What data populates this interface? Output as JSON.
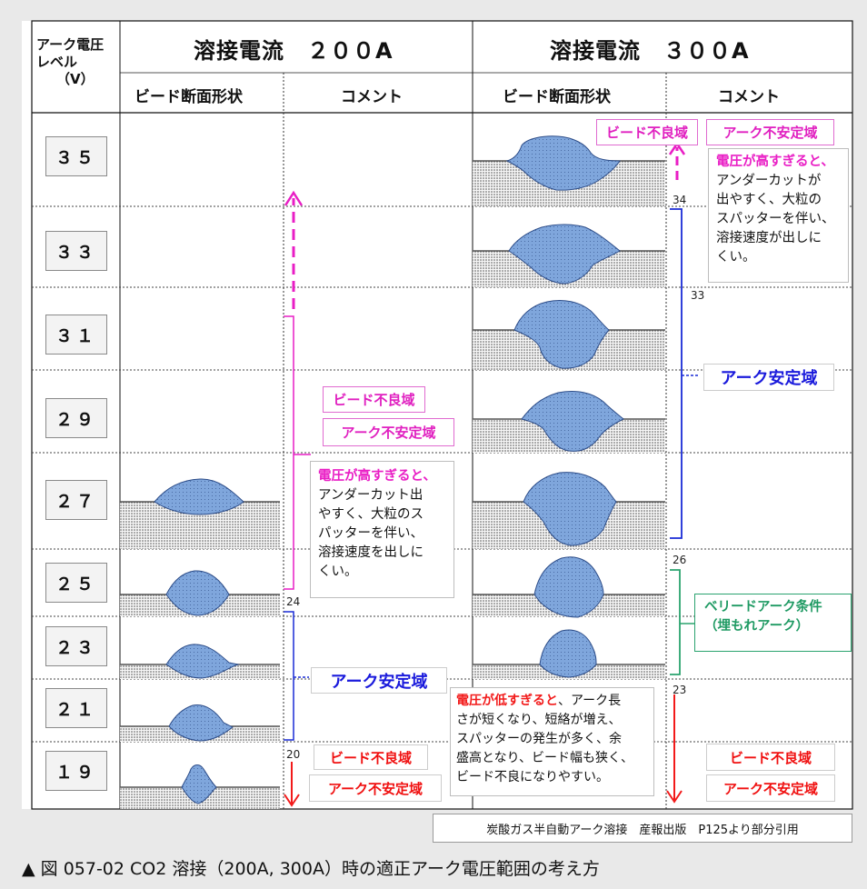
{
  "header": {
    "arc_voltage_level": [
      "アーク電圧",
      "レベル",
      "（V）"
    ],
    "current_200": "溶接電流　２００A",
    "current_300": "溶接電流　３００A",
    "bead_shape": "ビード断面形状",
    "comment": "コメント"
  },
  "voltage_levels": [
    "３５",
    "３３",
    "３１",
    "２９",
    "２７",
    "２５",
    "２３",
    "２１",
    "１９"
  ],
  "col200": {
    "tag_bead_bad": "ビード不良域",
    "tag_arc_unstable": "アーク不安定域",
    "high_voltage_comment": {
      "highlight": "電圧が高すぎると、",
      "lines": [
        "アンダーカット出",
        "やすく、大粒のス",
        "パッターを伴い、",
        "溶接速度を出しに",
        "くい。"
      ]
    },
    "stable_label": "アーク安定域",
    "bottom_tag_bead_bad": "ビード不良域",
    "bottom_tag_arc_unstable": "アーク不安定域",
    "num_24": "24",
    "num_20": "20"
  },
  "col300": {
    "tag_bead_bad": "ビード不良域",
    "tag_arc_unstable": "アーク不安定域",
    "high_voltage_comment": {
      "highlight": "電圧が高すぎると、",
      "lines": [
        "アンダーカットが",
        "出やすく、大粒の",
        "スパッターを伴い、",
        "溶接速度が出しに",
        "くい。"
      ]
    },
    "stable_label": "アーク安定域",
    "buried_arc": [
      "ベリードアーク条件",
      "（埋もれアーク）"
    ],
    "bottom_tag_bead_bad": "ビード不良域",
    "bottom_tag_arc_unstable": "アーク不安定域",
    "num_34": "34",
    "num_33": "33",
    "num_26": "26",
    "num_23": "23"
  },
  "low_voltage_comment": {
    "highlight": "電圧が低すぎると",
    "lines": [
      "、アーク長",
      "さが短くなり、短絡が増え、",
      "スパッターの発生が多く、余",
      "盛高となり、ビード幅も狭く、",
      "ビード不良になりやすい。"
    ]
  },
  "citation": "炭酸ガス半自動アーク溶接　産報出版　P125より部分引用",
  "caption": "▲ 図 057-02 CO2 溶接（200A, 300A）時の適正アーク電圧範囲の考え方",
  "colors": {
    "magenta": "#e91ec5",
    "red": "#f21a1a",
    "blue": "#1a2bd6",
    "green": "#2aa36e",
    "bead": "#7fa6dc"
  }
}
